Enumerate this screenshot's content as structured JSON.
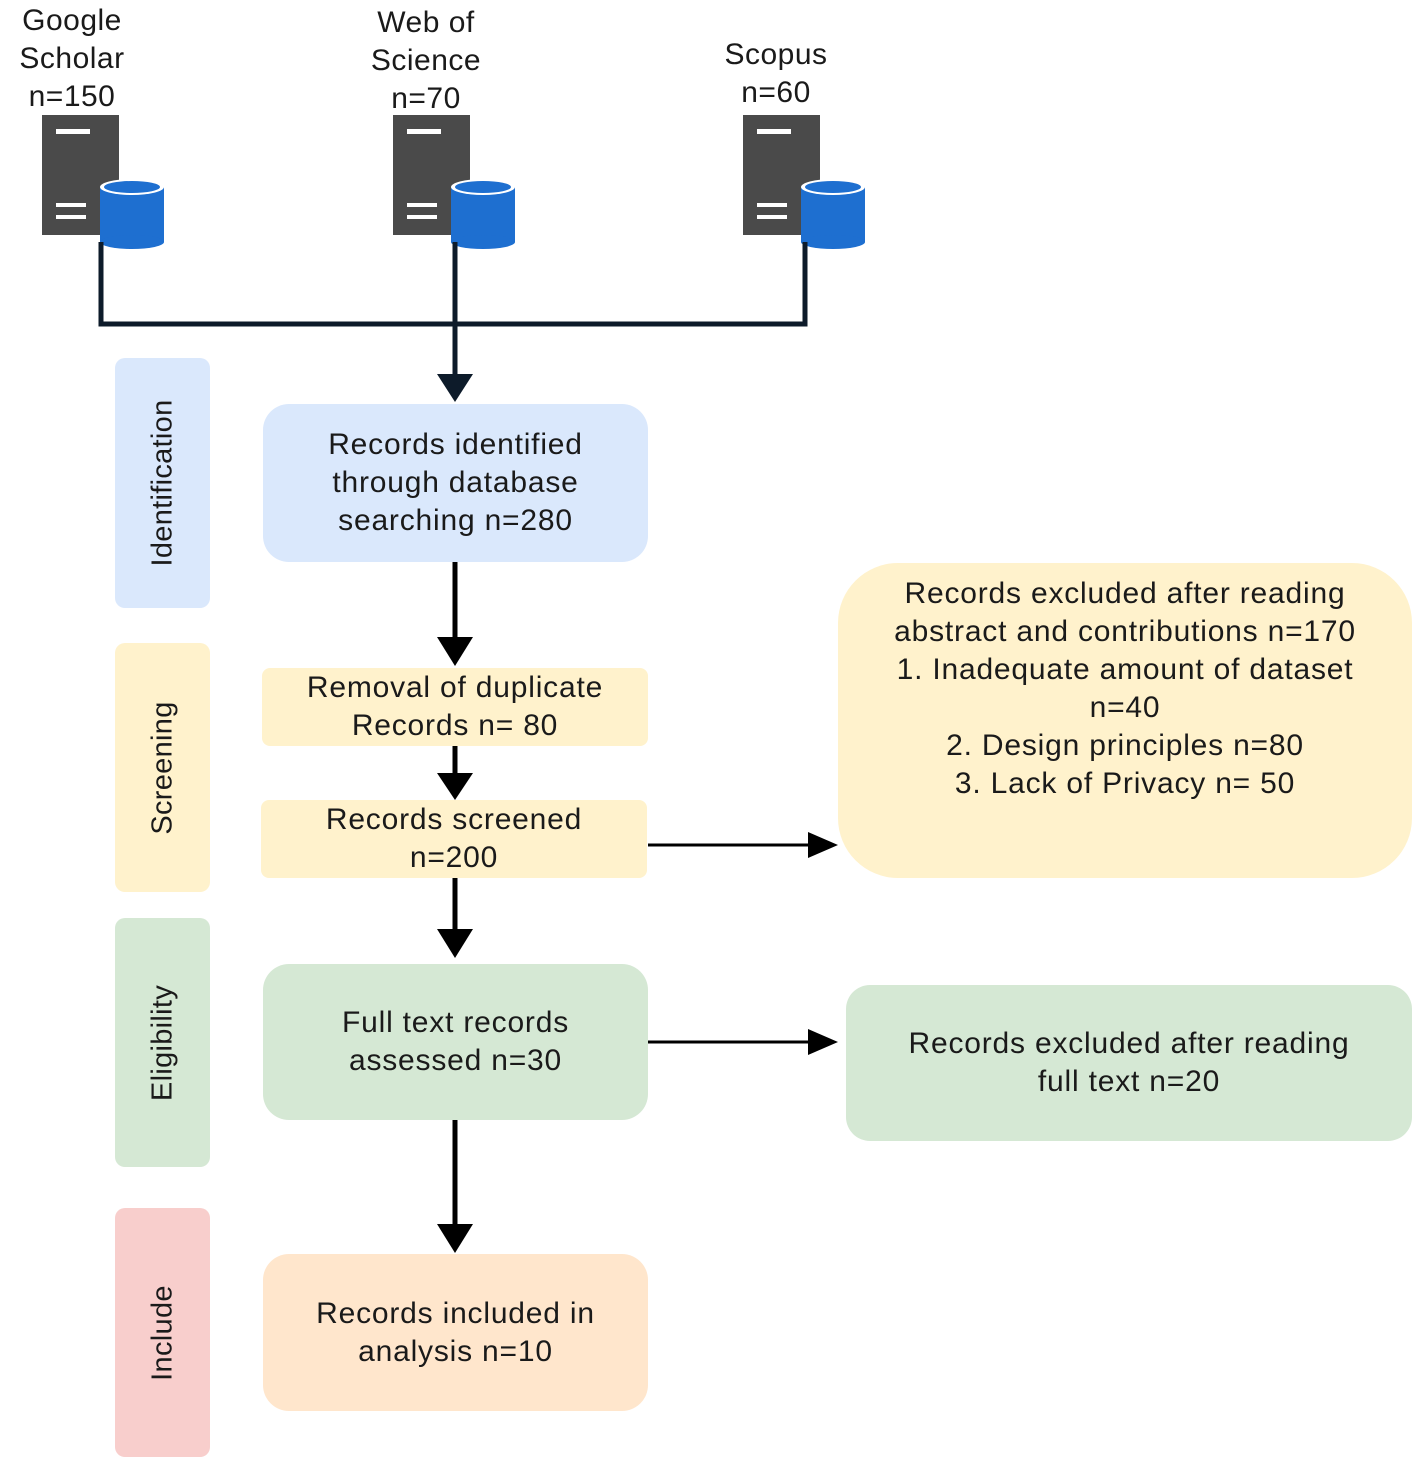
{
  "sources": [
    {
      "id": "google-scholar",
      "lines": [
        "Google",
        "Scholar",
        "n=150"
      ]
    },
    {
      "id": "web-of-science",
      "lines": [
        "Web of",
        "Science",
        "n=70"
      ]
    },
    {
      "id": "scopus",
      "lines": [
        "Scopus",
        "n=60"
      ]
    }
  ],
  "source_icon": "server-database-icon",
  "stages": {
    "identification": "Identification",
    "screening": "Screening",
    "eligibility": "Eligibility",
    "include": "Include"
  },
  "boxes": {
    "identified": [
      "Records identified",
      "through database",
      "searching n=280"
    ],
    "duplicates": [
      "Removal of duplicate",
      "Records n= 80"
    ],
    "screened": [
      "Records screened",
      "n=200"
    ],
    "excluded_abstract": [
      "Records excluded after reading",
      "abstract and contributions n=170",
      "1. Inadequate amount of dataset",
      "n=40",
      "2. Design principles n=80",
      "3. Lack of Privacy n= 50"
    ],
    "fulltext": [
      "Full text records",
      "assessed n=30"
    ],
    "excluded_fulltext": [
      "Records excluded after reading",
      "full text n=20"
    ],
    "included": [
      "Records included in",
      "analysis n=10"
    ]
  },
  "colors": {
    "identification": "#dae8fc",
    "screening": "#fff2cc",
    "eligibility": "#d5e8d4",
    "include_stage": "#f8cecc",
    "include_box": "#ffe6cc",
    "server": "#4a4a4a",
    "database": "#1e6fd0",
    "connector": "#0d1b2a",
    "arrow": "#000000"
  }
}
